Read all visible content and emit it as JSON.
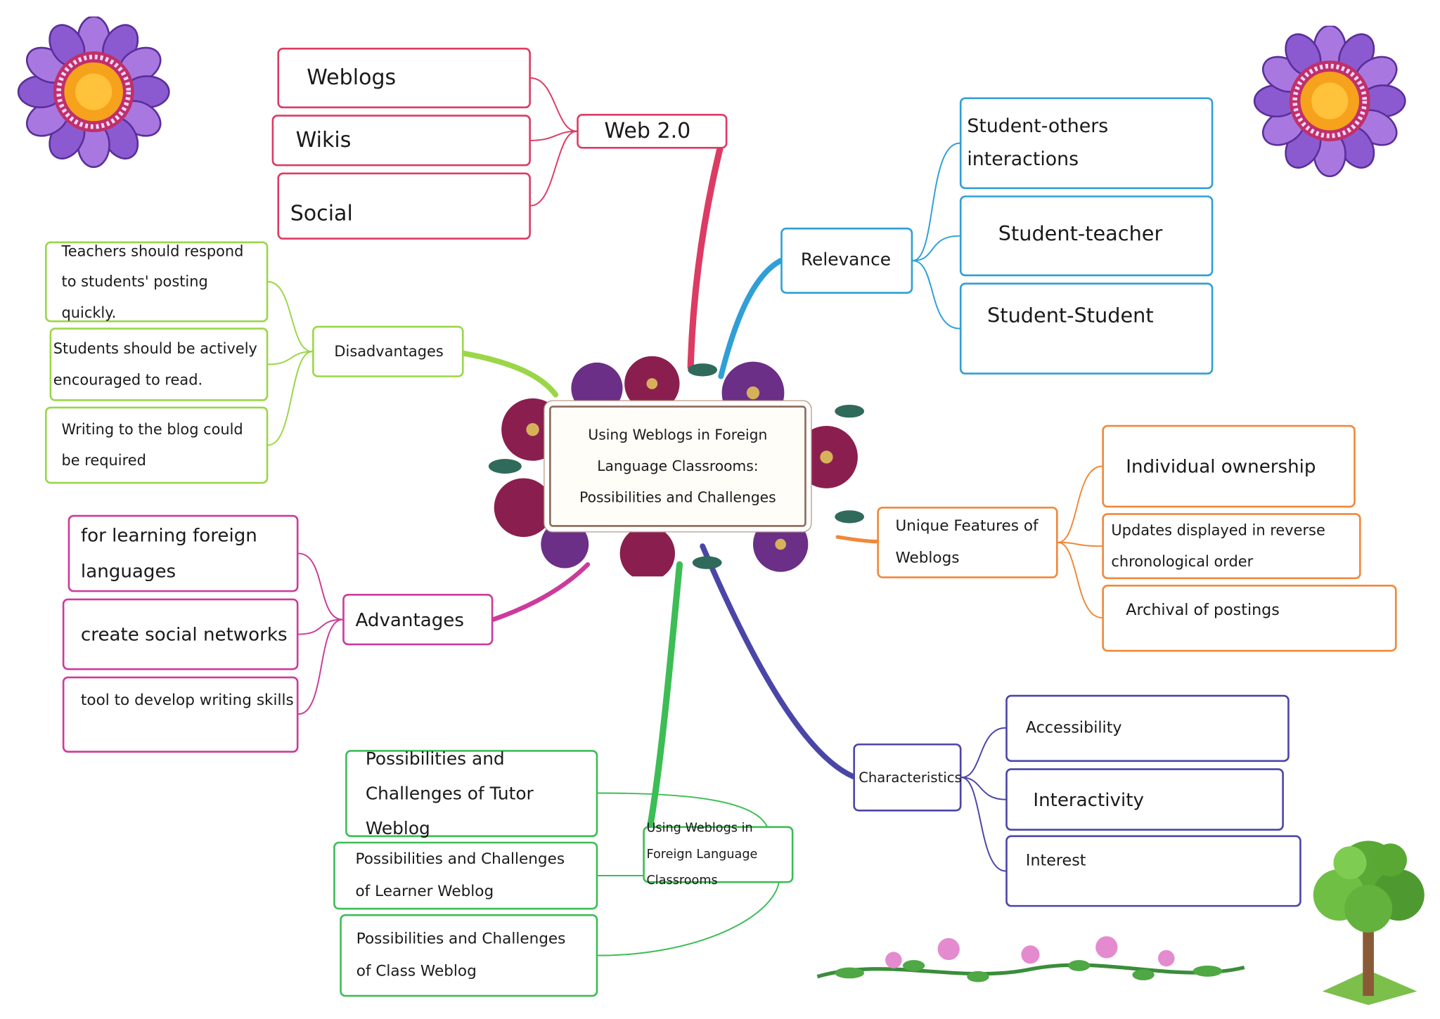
{
  "colors": {
    "web": "#dc3b63",
    "relevance": "#2f9fd6",
    "disadvantages": "#9bd648",
    "unique": "#f0883a",
    "advantages": "#cc3b9a",
    "characteristics": "#4a46a8",
    "using": "#3dbd55"
  },
  "center": {
    "title": "Using Weblogs in Foreign Language Classrooms: Possibilities and Challenges"
  },
  "branches": {
    "web": {
      "label": "Web 2.0",
      "children": [
        "Weblogs",
        "Wikis",
        "Social"
      ]
    },
    "relevance": {
      "label": "Relevance",
      "children": [
        "Student-others interactions",
        "Student-teacher",
        "Student-Student"
      ]
    },
    "disadvantages": {
      "label": "Disadvantages",
      "children": [
        "Teachers should respond to students' posting quickly.",
        "Students should be actively encouraged to read.",
        "Writing to the blog could be required"
      ]
    },
    "unique": {
      "label": "Unique Features of Weblogs",
      "children": [
        "Individual ownership",
        "Updates displayed in reverse chronological order",
        "Archival of postings"
      ]
    },
    "advantages": {
      "label": "Advantages",
      "children": [
        "for learning foreign languages",
        "create social networks",
        "tool to develop writing skills"
      ]
    },
    "characteristics": {
      "label": "Characteristics",
      "children": [
        "Accessibility",
        "Interactivity",
        "Interest"
      ]
    },
    "using": {
      "label": "Using Weblogs in Foreign Language Classrooms",
      "children": [
        "Possibilities and Challenges of Tutor Weblog",
        "Possibilities and Challenges of Learner Weblog",
        "Possibilities and Challenges of Class Weblog"
      ]
    }
  }
}
